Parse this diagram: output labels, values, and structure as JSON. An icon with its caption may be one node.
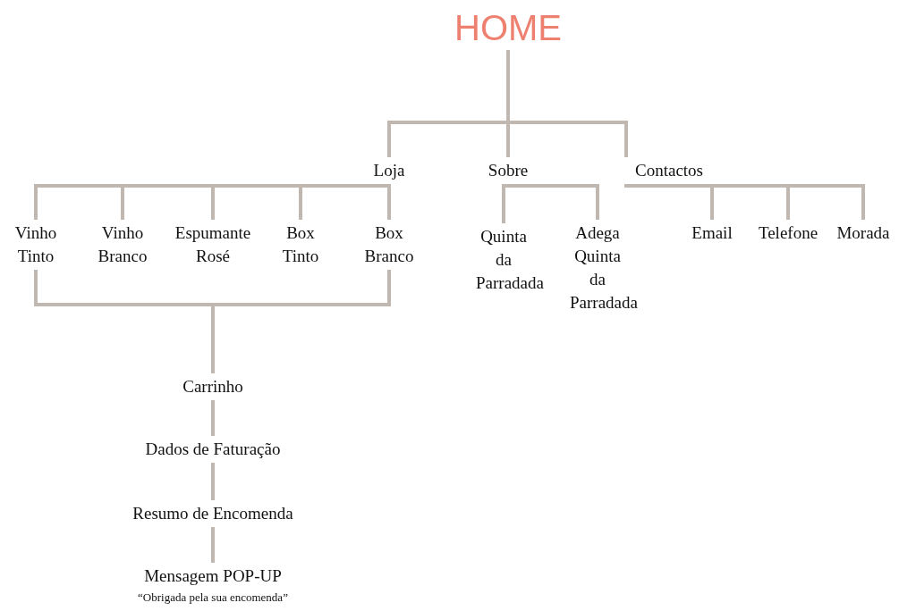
{
  "diagram": {
    "nodes": [
      {
        "text": [
          "HOME"
        ]
      },
      {
        "text": [
          "Loja"
        ]
      },
      {
        "text": [
          "Sobre"
        ]
      },
      {
        "text": [
          "Contactos"
        ]
      },
      {
        "text": [
          "Vinho Tinto"
        ]
      },
      {
        "text": [
          "Vinho Branco"
        ]
      },
      {
        "text": [
          "Espumante Rosé"
        ]
      },
      {
        "text": [
          "Box Tinto"
        ]
      },
      {
        "text": [
          "Box Branco"
        ]
      },
      {
        "text": [
          "Quinta da Parradada"
        ]
      },
      {
        "text": [
          "Adega Quinta da Parradada"
        ]
      },
      {
        "text": [
          "Email"
        ]
      },
      {
        "text": [
          "Telefone"
        ]
      },
      {
        "text": [
          "Morada"
        ]
      },
      {
        "text": [
          "Carrinho"
        ]
      },
      {
        "text": [
          "Dados de Faturação"
        ]
      },
      {
        "text": [
          "Resumo de Encomenda"
        ]
      },
      {
        "text": [
          "Mensagem POP-UP"
        ],
        "beside": [
          "“Obrigada pela sua encomenda”"
        ]
      }
    ],
    "edges": [
      {
        "from": 0,
        "to": 1,
        "arrow": "none"
      },
      {
        "from": 0,
        "to": 2,
        "arrow": "none"
      },
      {
        "from": 0,
        "to": 3,
        "arrow": "none"
      },
      {
        "from": 1,
        "to": 4,
        "arrow": "none"
      },
      {
        "from": 1,
        "to": 5,
        "arrow": "none"
      },
      {
        "from": 1,
        "to": 6,
        "arrow": "none"
      },
      {
        "from": 1,
        "to": 7,
        "arrow": "none"
      },
      {
        "from": 1,
        "to": 8,
        "arrow": "none"
      },
      {
        "from": 2,
        "to": 9,
        "arrow": "none"
      },
      {
        "from": 2,
        "to": 10,
        "arrow": "none"
      },
      {
        "from": 3,
        "to": 11,
        "arrow": "none"
      },
      {
        "from": 3,
        "to": 12,
        "arrow": "none"
      },
      {
        "from": 3,
        "to": 13,
        "arrow": "none"
      },
      {
        "from": 4,
        "to": 14,
        "arrow": "none"
      },
      {
        "from": 8,
        "to": 14,
        "arrow": "none"
      },
      {
        "from": 14,
        "to": 15,
        "arrow": "none"
      },
      {
        "from": 15,
        "to": 16,
        "arrow": "none"
      },
      {
        "from": 16,
        "to": 17,
        "arrow": "none"
      }
    ]
  }
}
